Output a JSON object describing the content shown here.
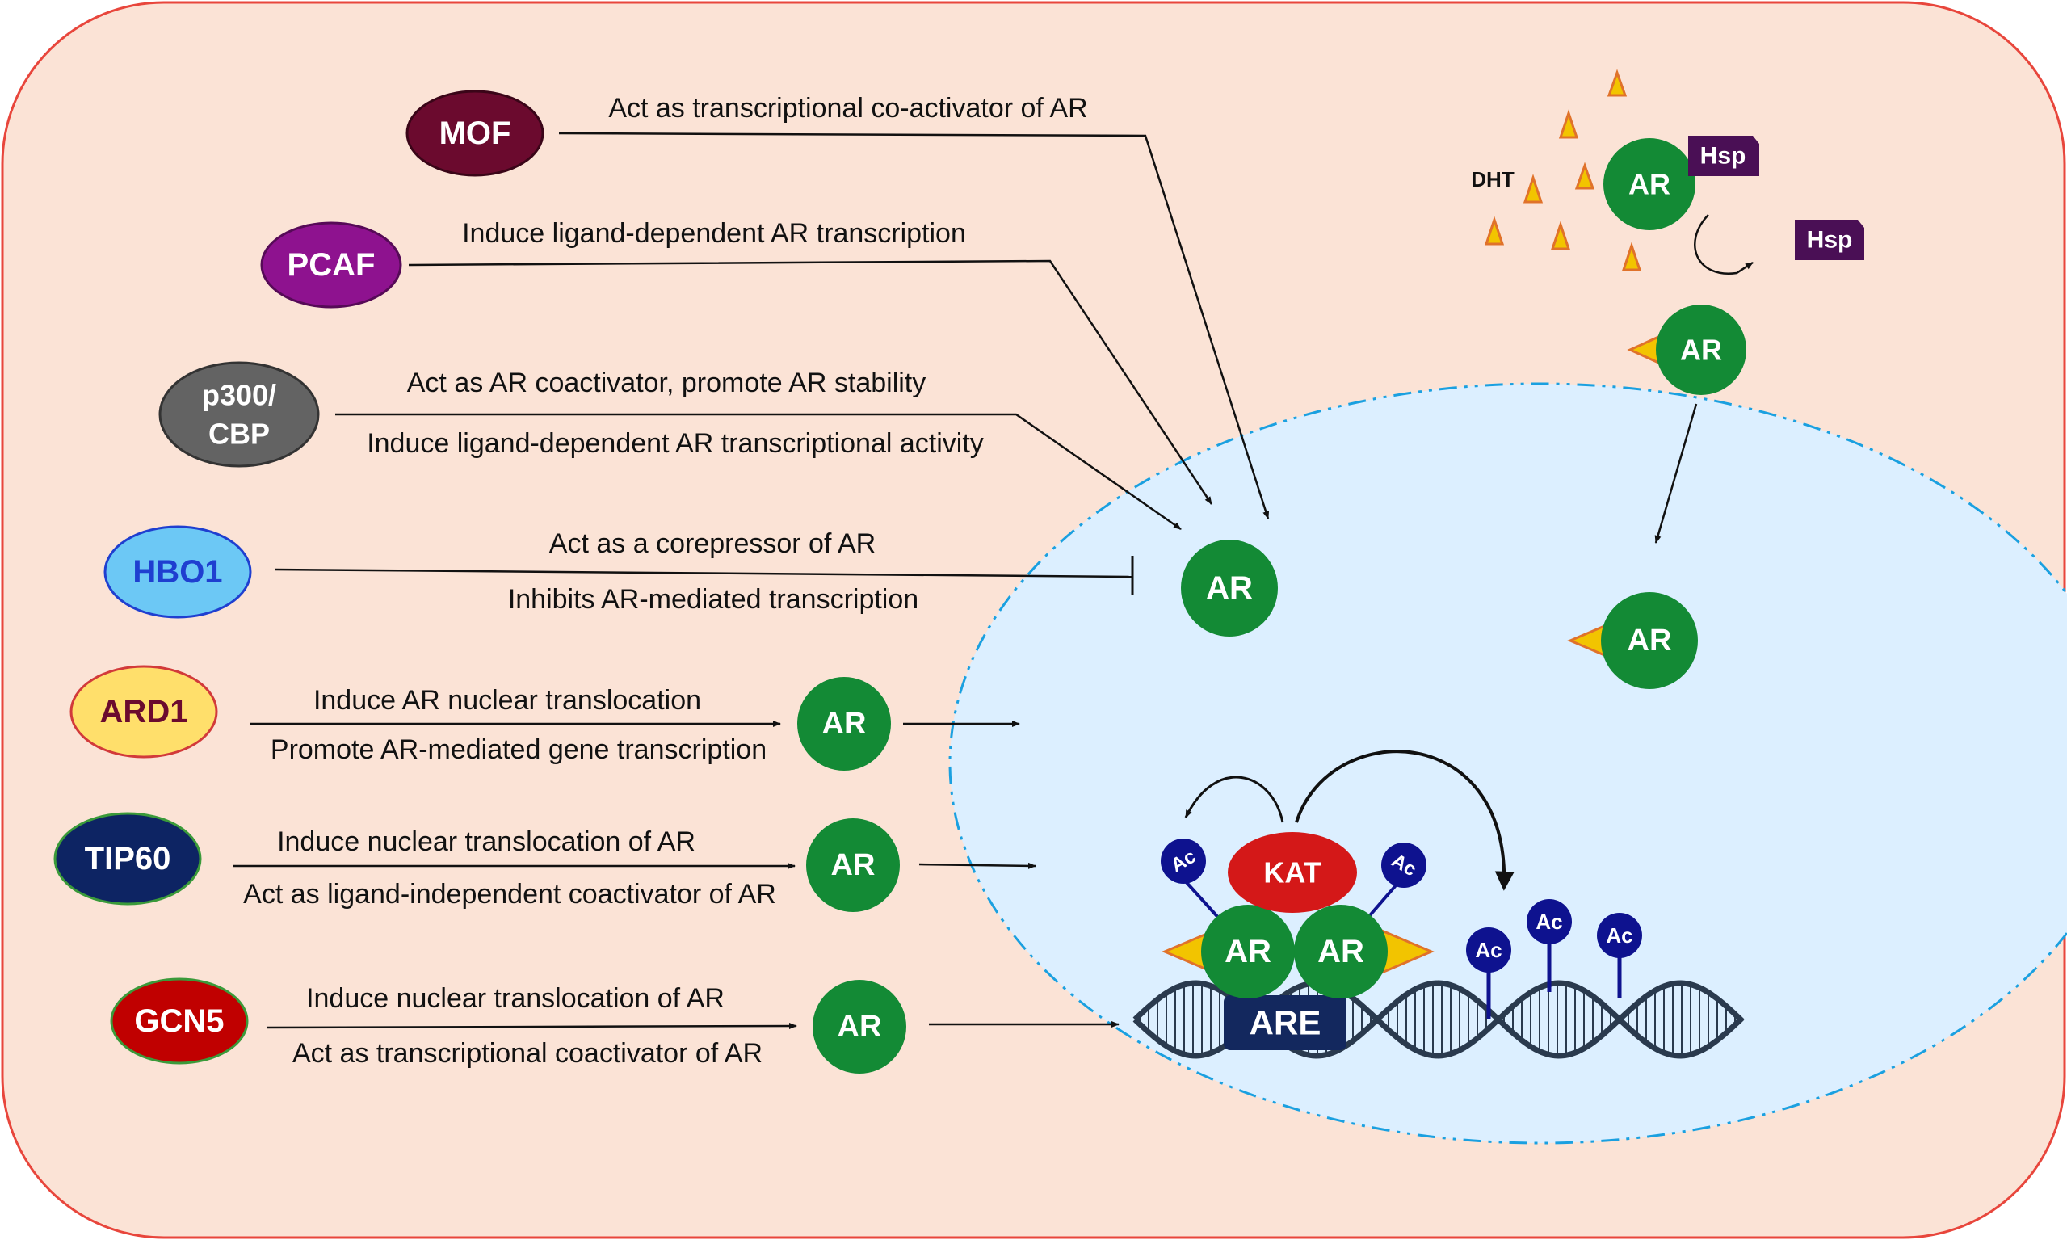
{
  "enzymes": [
    {
      "label": "MOF",
      "fill": "#6b0a2e",
      "text_color": "#ffffff"
    },
    {
      "label": "PCAF",
      "fill": "#8e128f",
      "text_color": "#ffffff"
    },
    {
      "label": "p300/",
      "label2": "CBP",
      "fill": "#636363",
      "text_color": "#ffffff"
    },
    {
      "label": "HBO1",
      "fill": "#6cc8f5",
      "text_color": "#1f3fd0"
    },
    {
      "label": "ARD1",
      "fill": "#ffdf6b",
      "text_color": "#6b0a2e"
    },
    {
      "label": "TIP60",
      "fill": "#0d2463",
      "text_color": "#ffffff"
    },
    {
      "label": "GCN5",
      "fill": "#c00000",
      "text_color": "#ffffff"
    }
  ],
  "captions": {
    "mof": "Act as transcriptional co-activator of AR",
    "pcaf": "Induce ligand-dependent AR transcription",
    "p300_1": "Act as AR coactivator, promote AR stability",
    "p300_2": "Induce ligand-dependent AR transcriptional activity",
    "hbo1_1": "Act as a corepressor of AR",
    "hbo1_2": "Inhibits AR-mediated transcription",
    "ard1_1": "Induce AR nuclear translocation",
    "ard1_2": "Promote AR-mediated gene transcription",
    "tip60_1": "Induce nuclear translocation of AR",
    "tip60_2": "Act as ligand-independent coactivator of AR",
    "gcn5_1": "Induce nuclear translocation of AR",
    "gcn5_2": "Act as transcriptional coactivator of AR"
  },
  "labels": {
    "ar": "AR",
    "hsp": "Hsp",
    "dht": "DHT",
    "kat": "KAT",
    "ac": "Ac",
    "are": "ARE"
  },
  "colors": {
    "cell_fill": "#fbe3d6",
    "cell_border": "#e8463c",
    "nucleus_fill": "#dcefff",
    "nucleus_border": "#1aa0e0",
    "ar_green": "#138a35",
    "hsp_purple": "#4a0f55",
    "kat_red": "#d41818",
    "ac_blue": "#0e128f",
    "ligand_yellow": "#f2c400",
    "ligand_orange": "#e0722a",
    "dna_dark": "#2a3a4e",
    "are_box": "#13285e"
  }
}
